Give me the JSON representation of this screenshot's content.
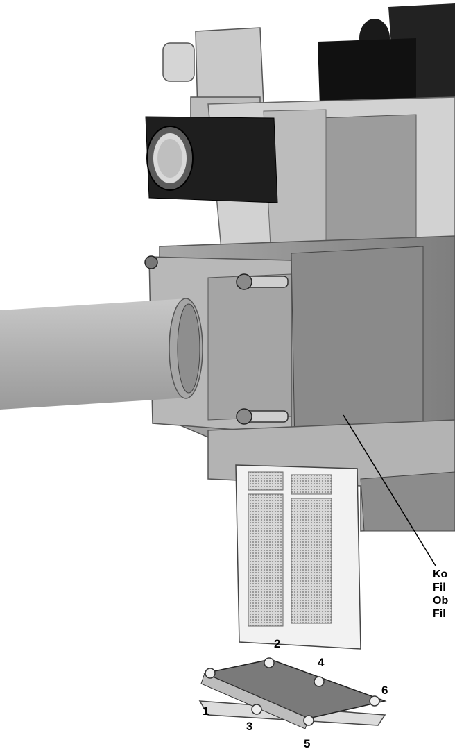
{
  "callout": {
    "lines": [
      "Ko",
      "Fil",
      "Ob",
      "Fil"
    ]
  },
  "screw_numbers": [
    "1",
    "2",
    "3",
    "4",
    "5",
    "6"
  ],
  "colors": {
    "background": "#ffffff",
    "housing_light": "#d2d2d2",
    "housing_dark": "#8c8c8c",
    "black_part": "#1a1a1a",
    "pipe": "#b5b5b5",
    "text": "#000000"
  }
}
